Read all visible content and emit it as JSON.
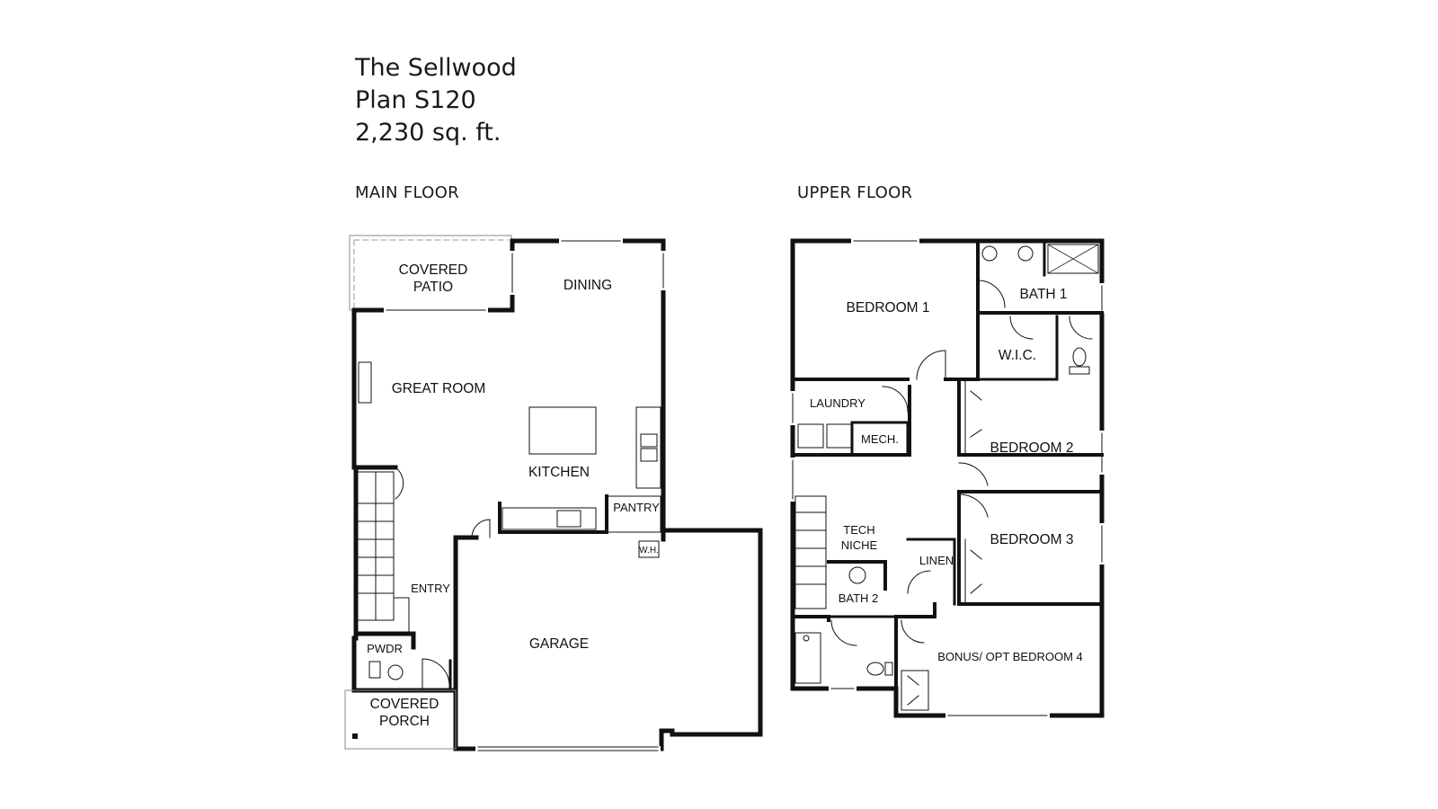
{
  "plan": {
    "name": "The Sellwood",
    "plan_number": "Plan S120",
    "area": "2,230 sq. ft."
  },
  "floors": {
    "main": {
      "label": "MAIN FLOOR",
      "rooms": {
        "covered_patio": [
          "COVERED",
          "PATIO"
        ],
        "dining": "DINING",
        "great_room": "GREAT ROOM",
        "kitchen": "KITCHEN",
        "pantry": "PANTRY",
        "water_heater": "W.H.",
        "entry": "ENTRY",
        "garage": "GARAGE",
        "powder": "PWDR",
        "covered_porch": [
          "COVERED",
          "PORCH"
        ]
      }
    },
    "upper": {
      "label": "UPPER FLOOR",
      "rooms": {
        "bedroom1": "BEDROOM 1",
        "bath1": "BATH 1",
        "wic": "W.I.C.",
        "laundry": "LAUNDRY",
        "mech": "MECH.",
        "bedroom2": "BEDROOM 2",
        "bedroom3": "BEDROOM 3",
        "tech_niche": [
          "TECH",
          "NICHE"
        ],
        "linen": "LINEN",
        "bath2": "BATH 2",
        "bonus": "BONUS/ OPT BEDROOM 4"
      }
    }
  }
}
